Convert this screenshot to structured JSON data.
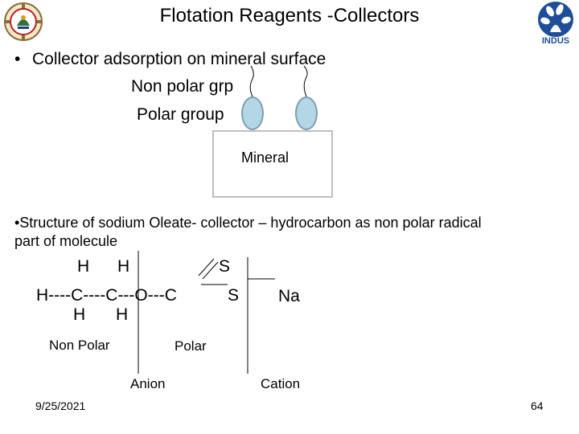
{
  "slide": {
    "title": "Flotation Reagents -Collectors",
    "bullet1": "Collector adsorption on mineral surface",
    "bullet1_marker": "•",
    "nonpolar_label": "Non polar grp",
    "polar_label": "Polar group",
    "mineral_label": "Mineral",
    "bullet2_line1": "•Structure of sodium Oleate- collector – hydrocarbon as non polar radical",
    "bullet2_line2": "part of molecule",
    "formula": {
      "h_top_1": "H",
      "h_top_2": "H",
      "s_top": "S",
      "chain": "H----C----C---O---C",
      "s_mid": "S",
      "na": "Na",
      "h_bot_1": "H",
      "h_bot_2": "H"
    },
    "label_nonpolar": "Non Polar",
    "label_polar": "Polar",
    "label_anion": "Anion",
    "label_cation": "Cation",
    "date": "9/25/2021",
    "page_number": "64"
  },
  "logos": {
    "left": "iit-bombay-seal-icon",
    "right": "indus-logo-icon",
    "right_text": "INDUS"
  },
  "colors": {
    "droplet_fill": "#b3d7e6",
    "droplet_border": "#7f9db3",
    "box_border": "#bfbfbf",
    "indus_blue": "#1f4e99"
  }
}
